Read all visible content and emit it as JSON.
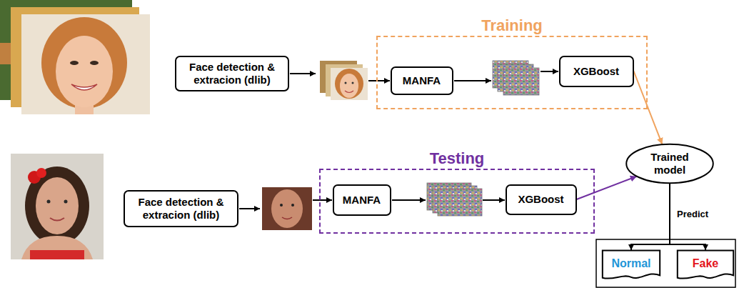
{
  "diagram": {
    "nodes": [
      {
        "text": [
          "Face detection & extracion (dlib)"
        ]
      },
      {
        "text": [
          "Training"
        ]
      },
      {
        "text": [
          "MANFA"
        ],
        "in": 1
      },
      {
        "text": [
          "XGBoost"
        ],
        "in": 1
      },
      {
        "text": [
          "Face detection & extracion (dlib)"
        ]
      },
      {
        "text": [
          "Testing"
        ]
      },
      {
        "text": [
          "MANFA"
        ],
        "in": 5
      },
      {
        "text": [
          "XGBoost"
        ],
        "in": 5
      },
      {
        "text": [
          "Trained model"
        ]
      },
      {
        "text": [
          "Normal"
        ]
      },
      {
        "text": [
          "Fake"
        ]
      }
    ],
    "edges": [
      {
        "from": 3,
        "to": 8,
        "arrow": "to"
      },
      {
        "from": 7,
        "to": 8,
        "arrow": "to"
      },
      {
        "from": 8,
        "to": 9,
        "label": "Predict",
        "arrow": "to"
      },
      {
        "from": 8,
        "to": 10,
        "arrow": "to"
      }
    ]
  }
}
